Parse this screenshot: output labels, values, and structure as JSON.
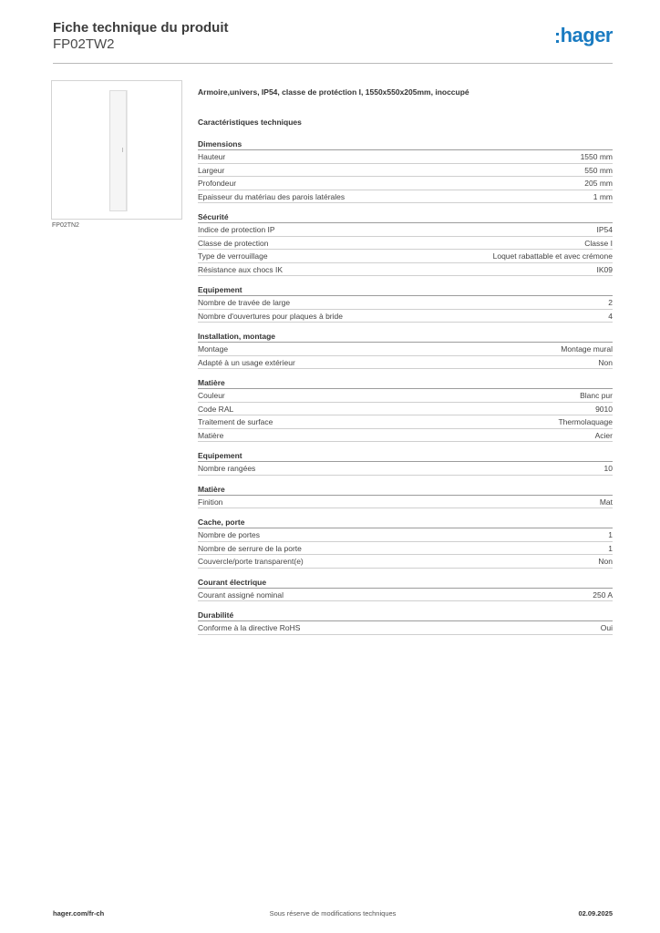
{
  "header": {
    "title": "Fiche technique du produit",
    "reference": "FP02TW2",
    "brand": "hager",
    "brand_color": "#1a7bc1"
  },
  "product": {
    "image_caption": "FP02TN2",
    "description": "Armoire,univers, IP54, classe de protéction I, 1550x550x205mm, inoccupé",
    "specs_heading": "Caractéristiques techniques"
  },
  "sections": [
    {
      "title": "Dimensions",
      "rows": [
        {
          "label": "Hauteur",
          "value": "1550 mm"
        },
        {
          "label": "Largeur",
          "value": "550 mm"
        },
        {
          "label": "Profondeur",
          "value": "205 mm"
        },
        {
          "label": "Epaisseur du matériau des parois latérales",
          "value": "1 mm"
        }
      ]
    },
    {
      "title": "Sécurité",
      "rows": [
        {
          "label": "Indice de protection IP",
          "value": "IP54"
        },
        {
          "label": "Classe de protection",
          "value": "Classe I"
        },
        {
          "label": "Type de verrouillage",
          "value": "Loquet rabattable et avec crémone"
        },
        {
          "label": "Résistance aux chocs IK",
          "value": "IK09"
        }
      ]
    },
    {
      "title": "Equipement",
      "rows": [
        {
          "label": "Nombre de travée de large",
          "value": "2"
        },
        {
          "label": "Nombre d'ouvertures pour plaques à bride",
          "value": "4"
        }
      ]
    },
    {
      "title": "Installation, montage",
      "rows": [
        {
          "label": "Montage",
          "value": "Montage mural"
        },
        {
          "label": "Adapté à un usage extérieur",
          "value": "Non"
        }
      ]
    },
    {
      "title": "Matière",
      "rows": [
        {
          "label": "Couleur",
          "value": "Blanc pur"
        },
        {
          "label": "Code RAL",
          "value": "9010"
        },
        {
          "label": "Traitement de surface",
          "value": "Thermolaquage"
        },
        {
          "label": "Matière",
          "value": "Acier"
        }
      ]
    },
    {
      "title": "Equipement",
      "rows": [
        {
          "label": "Nombre rangées",
          "value": "10"
        }
      ]
    },
    {
      "title": "Matière",
      "rows": [
        {
          "label": "Finition",
          "value": "Mat"
        }
      ]
    },
    {
      "title": "Cache, porte",
      "rows": [
        {
          "label": "Nombre de portes",
          "value": "1"
        },
        {
          "label": "Nombre de serrure de la porte",
          "value": "1"
        },
        {
          "label": "Couvercle/porte transparent(e)",
          "value": "Non"
        }
      ]
    },
    {
      "title": "Courant électrique",
      "rows": [
        {
          "label": "Courant assigné nominal",
          "value": "250 A"
        }
      ]
    },
    {
      "title": "Durabilité",
      "rows": [
        {
          "label": "Conforme à la directive RoHS",
          "value": "Oui"
        }
      ]
    }
  ],
  "footer": {
    "website": "hager.com/fr-ch",
    "disclaimer": "Sous réserve de modifications techniques",
    "date": "02.09.2025"
  }
}
